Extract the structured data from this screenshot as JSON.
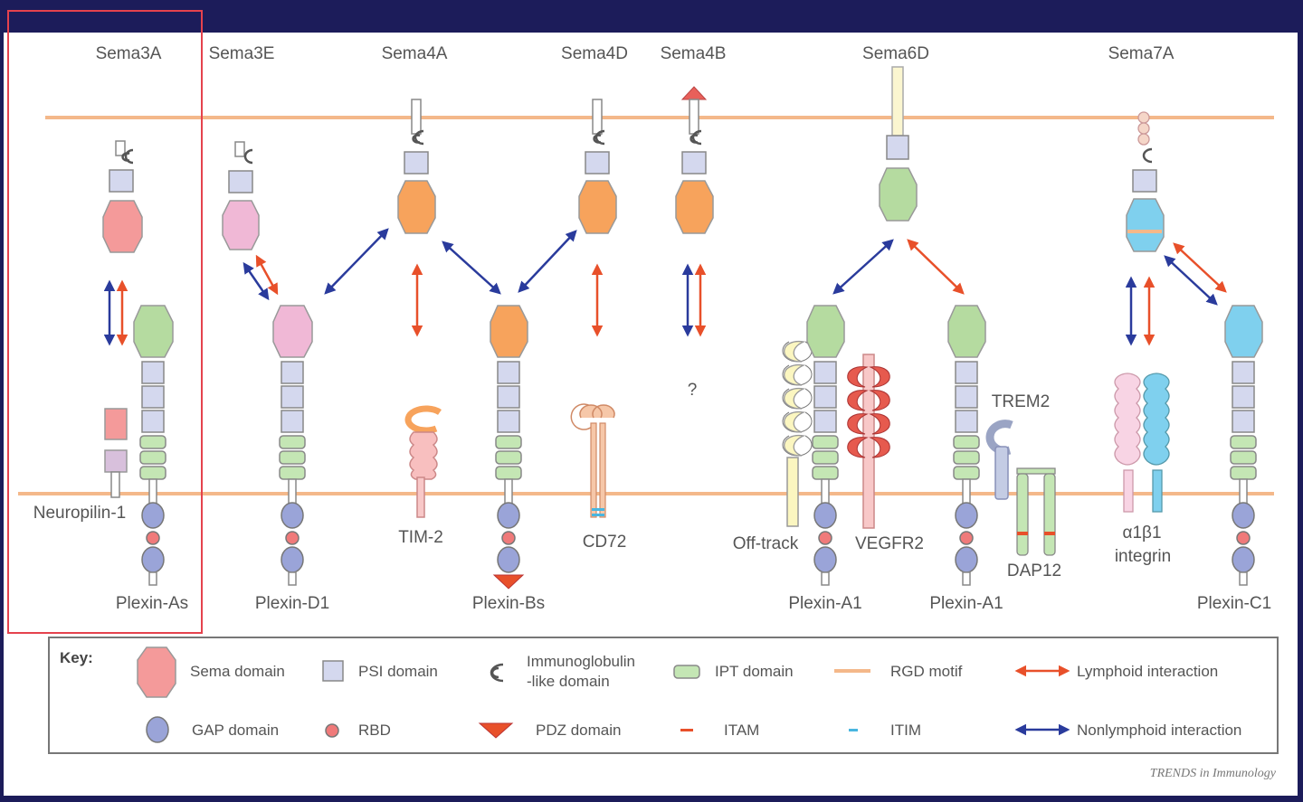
{
  "top_labels": {
    "sema3a": "Sema3A",
    "sema3e": "Sema3E",
    "sema4a": "Sema4A",
    "sema4d": "Sema4D",
    "sema4b": "Sema4B",
    "sema6d": "Sema6D",
    "sema7a": "Sema7A"
  },
  "receptor_labels": {
    "plexin_as": "Plexin-As",
    "plexin_d1": "Plexin-D1",
    "plexin_bs": "Plexin-Bs",
    "plexin_a1_left": "Plexin-A1",
    "plexin_a1_right": "Plexin-A1",
    "plexin_c1": "Plexin-C1"
  },
  "coreceptor_labels": {
    "neuropilin1": "Neuropilin-1",
    "tim2": "TIM-2",
    "cd72": "CD72",
    "unknown": "?",
    "off_track": "Off-track",
    "vegfr2": "VEGFR2",
    "trem2": "TREM2",
    "dap12": "DAP12",
    "integrin_line1": "α1β1",
    "integrin_line2": "integrin"
  },
  "key": {
    "title": "Key:",
    "sema_domain": "Sema domain",
    "psi_domain": "PSI domain",
    "ig_domain_line1": "Immunoglobulin",
    "ig_domain_line2": "-like domain",
    "ipt_domain": "IPT domain",
    "rgd_motif": "RGD motif",
    "lymphoid": "Lymphoid interaction",
    "gap_domain": "GAP domain",
    "rbd": "RBD",
    "pdz_domain": "PDZ domain",
    "itam": "ITAM",
    "itim": "ITIM",
    "nonlymphoid": "Nonlymphoid interaction"
  },
  "credit": "TRENDS in Immunology",
  "colors": {
    "membrane": "#f4b88a",
    "lymphoid_arrow": "#e8502a",
    "nonlymphoid_arrow": "#2a3b9c",
    "sema3a_domain": "#f49a9a",
    "sema3e_domain": "#f0b8d6",
    "sema4_domain": "#f7a35c",
    "sema6d_domain": "#b5dba0",
    "sema7a_domain": "#7fd0ee",
    "psi": "#d4d8ee",
    "ipt": "#c4e6b4",
    "gap": "#9aa4d8",
    "rbd": "#f07a7a",
    "highlight_box": "#e5424d"
  }
}
